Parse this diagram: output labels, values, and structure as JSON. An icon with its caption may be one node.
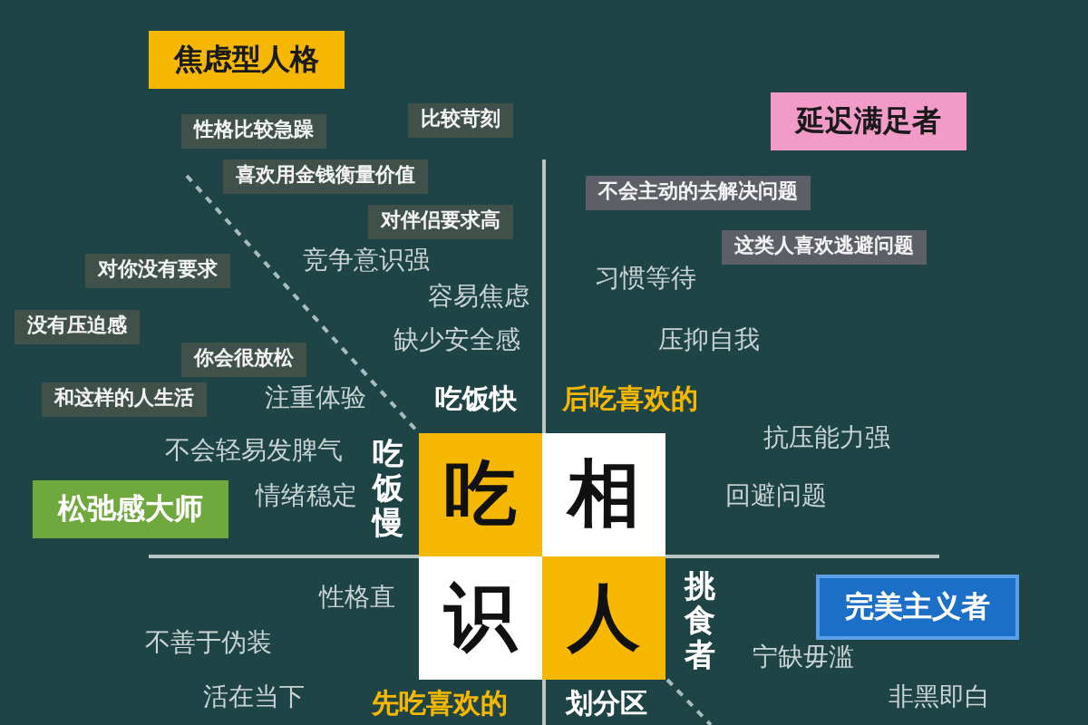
{
  "diagram": {
    "nodes": [
      {
        "text": [
          "焦虑型人格"
        ]
      },
      {
        "text": [
          "延迟满足者"
        ]
      },
      {
        "text": [
          "比较苛刻"
        ]
      },
      {
        "text": [
          "性格比较急躁"
        ]
      },
      {
        "text": [
          "喜欢用金钱衡量价值"
        ]
      },
      {
        "text": [
          "不会主动的去解决问题"
        ]
      },
      {
        "text": [
          "对伴侣要求高"
        ]
      },
      {
        "text": [
          "这类人喜欢逃避问题"
        ]
      },
      {
        "text": [
          "对你没有要求"
        ]
      },
      {
        "text": [
          "没有压迫感"
        ]
      },
      {
        "text": [
          "你会很放松"
        ]
      },
      {
        "text": [
          "和这样的人生活"
        ]
      },
      {
        "text": [
          "吃"
        ]
      },
      {
        "text": [
          "相"
        ]
      },
      {
        "text": [
          "松弛感大师"
        ]
      },
      {
        "text": [
          "识"
        ]
      },
      {
        "text": [
          "人"
        ]
      },
      {
        "text": [
          "完美主义者"
        ]
      }
    ],
    "edges": [],
    "labels": [
      "竞争意识强",
      "习惯等待",
      "容易焦虑",
      "缺少安全感",
      "压抑自我",
      "注重体验",
      "吃饭快",
      "后吃喜欢的",
      "抗压能力强",
      "不会轻易发脾气",
      "吃饭慢",
      "情绪稳定",
      "回避问题",
      "性格直",
      "挑食者",
      "不善于伪装",
      "宁缺毋滥",
      "活在当下",
      "先吃喜欢的",
      "划分区",
      "非黑即白"
    ]
  }
}
